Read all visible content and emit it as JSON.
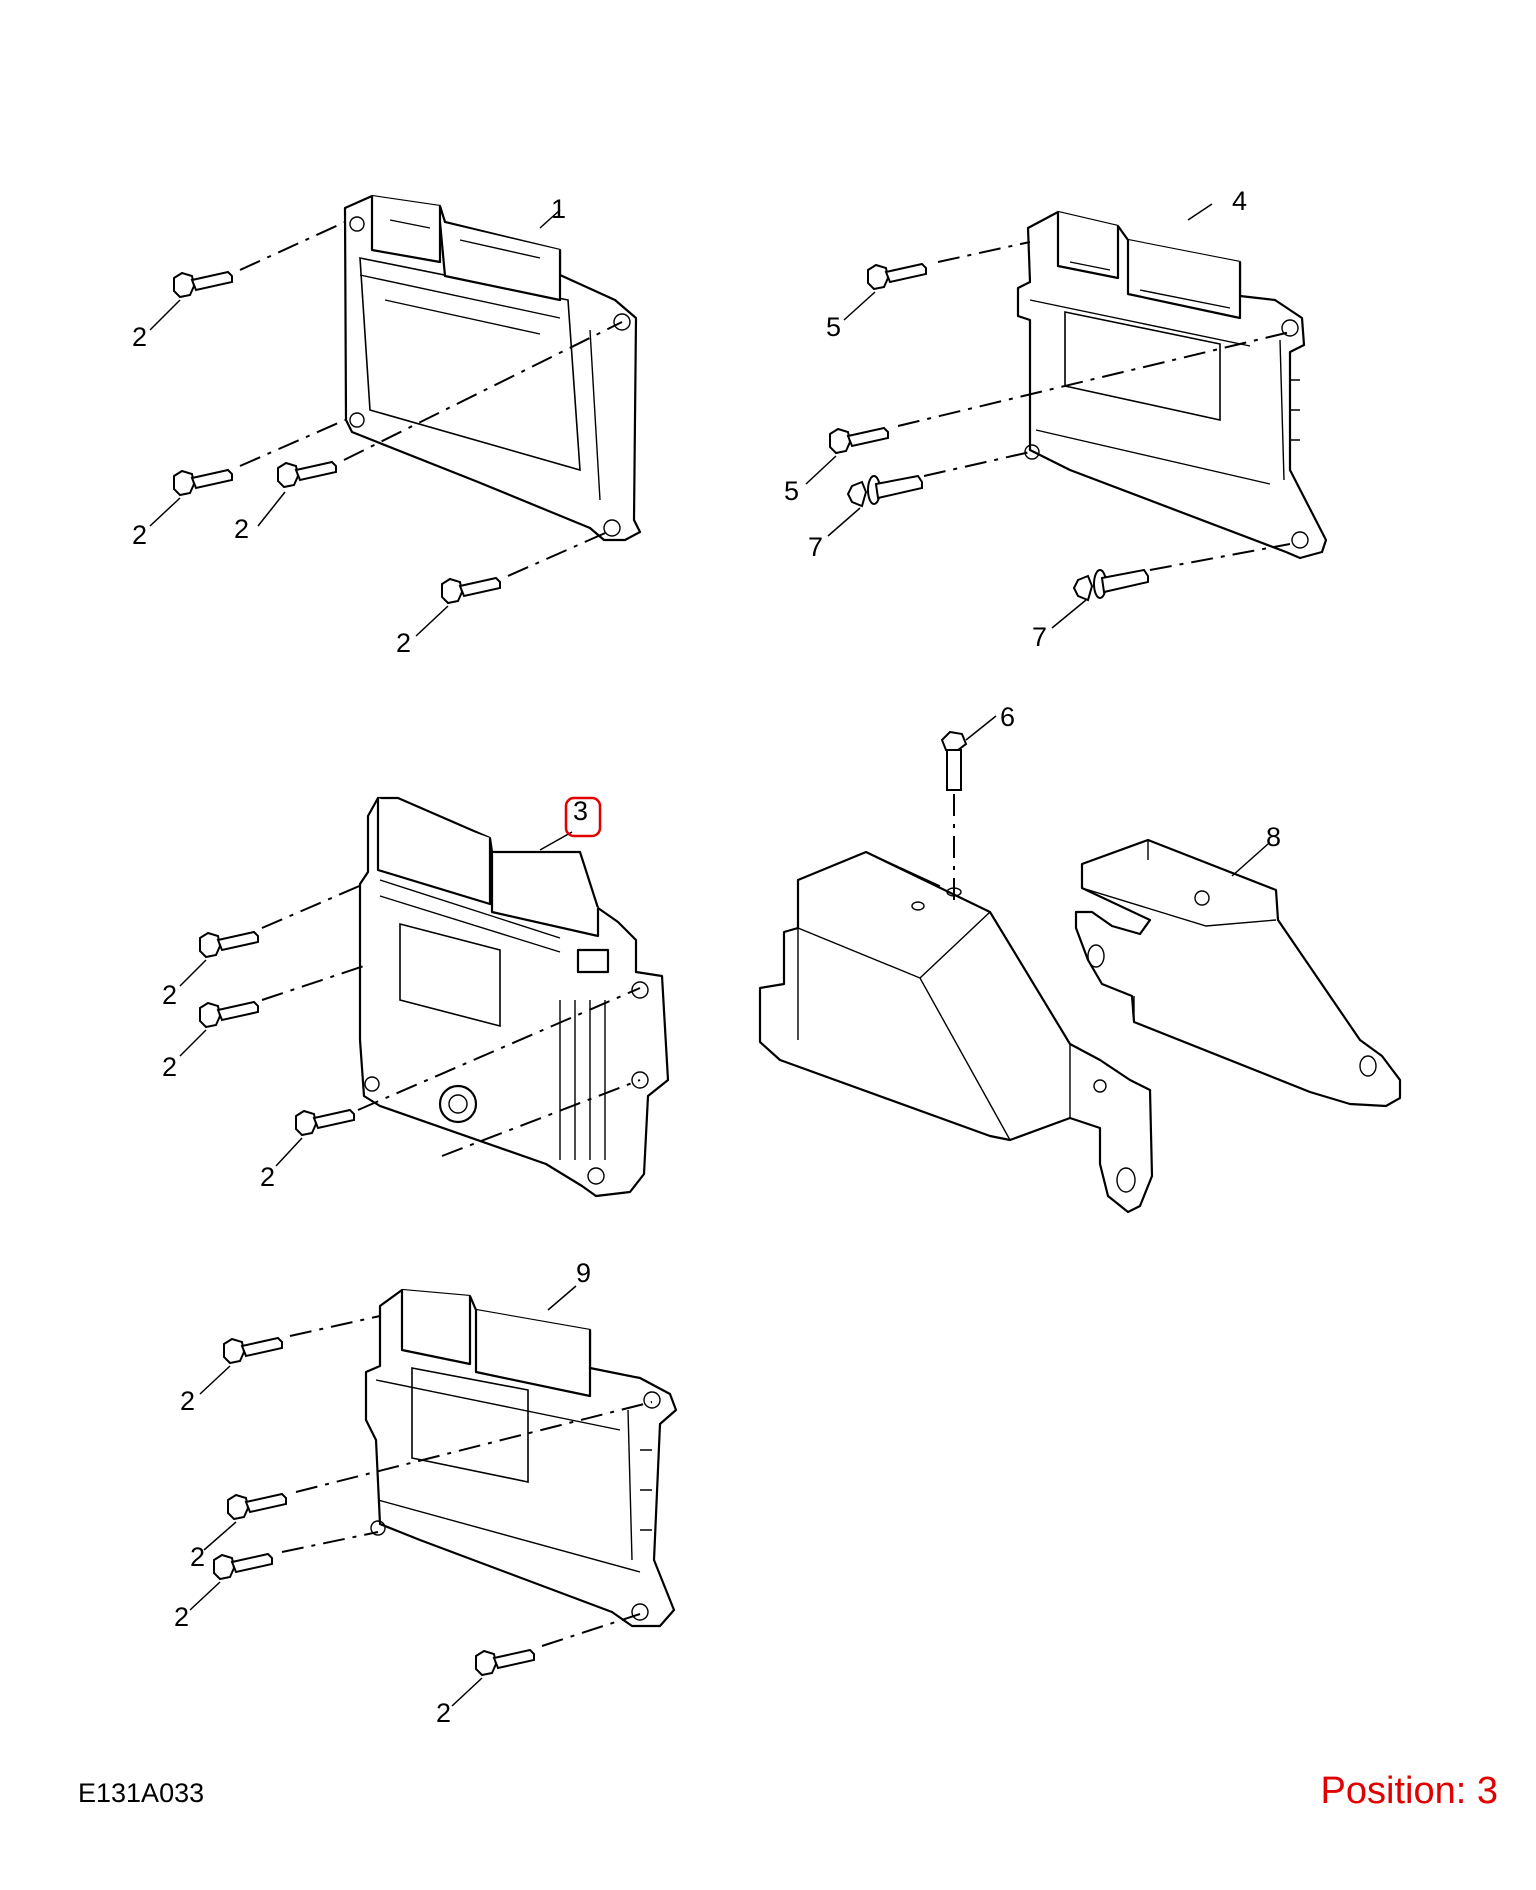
{
  "figure_code": "E131A033",
  "position_label": "Position: 3",
  "highlight_color": "#e00000",
  "callouts": {
    "module_1": "1",
    "bolt_2": "2",
    "module_3": "3",
    "module_4": "4",
    "bolt_5": "5",
    "bolt_6": "6",
    "bolt_7": "7",
    "bracket_8": "8",
    "module_9": "9"
  }
}
